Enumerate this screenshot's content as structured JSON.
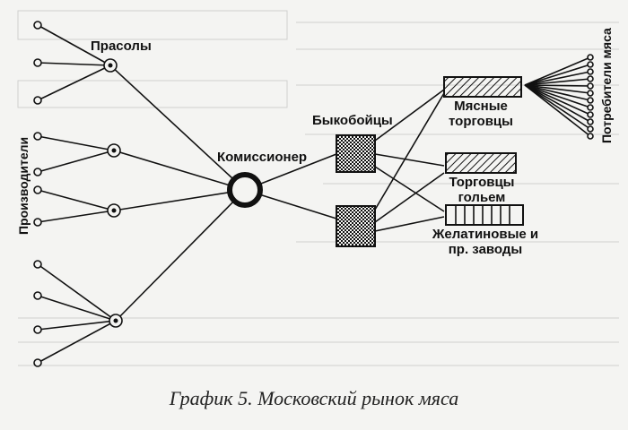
{
  "labels": {
    "prasoly": "Прасолы",
    "producers": "Производители",
    "commissioner": "Комиссионер",
    "slaughterers": "Быкобойцы",
    "meat_traders": "Мясные торговцы",
    "whole_traders": "Торговцы гольем",
    "gelatin_plants": "Желатиновые и пр. заводы",
    "consumers": "Потребители мяса"
  },
  "caption": "График 5. Московский рынок мяса",
  "colors": {
    "ink": "#111111",
    "paper": "#f4f4f2"
  }
}
